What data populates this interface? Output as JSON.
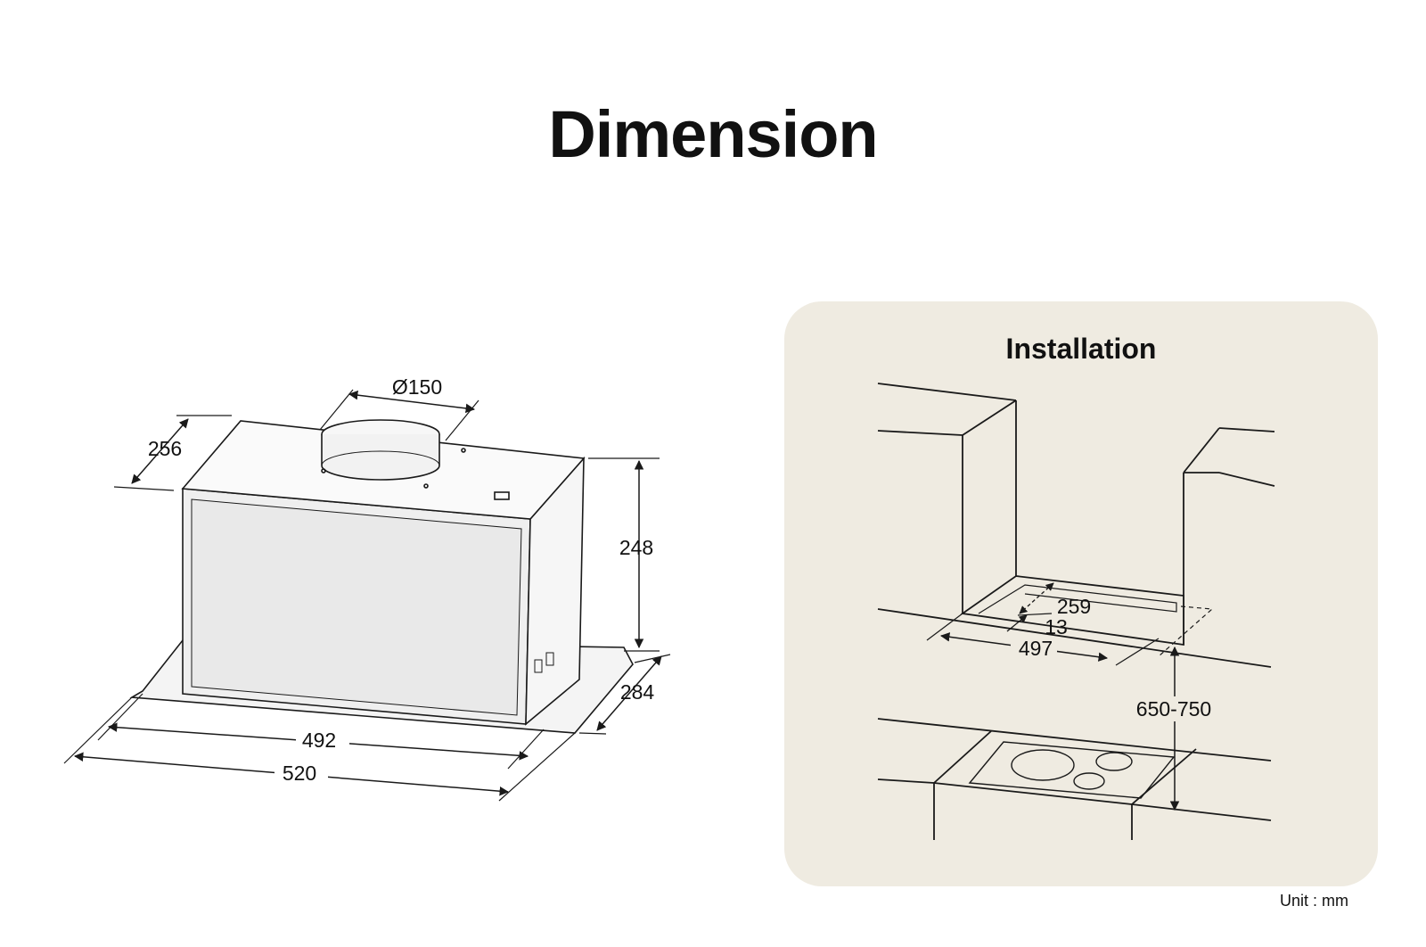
{
  "title": "Dimension",
  "product": {
    "duct_diameter": "Ø150",
    "depth_top": "256",
    "height": "248",
    "depth_bottom": "284",
    "inner_width": "492",
    "outer_width": "520"
  },
  "installation": {
    "title": "Installation",
    "cutout_depth": "259",
    "offset": "13",
    "cutout_width": "497",
    "mount_height": "650-750"
  },
  "unit_note": "Unit : mm",
  "colors": {
    "panel_background": "#efebe1",
    "line": "#1a1a1a",
    "body_fill": "#f2f2f2"
  }
}
